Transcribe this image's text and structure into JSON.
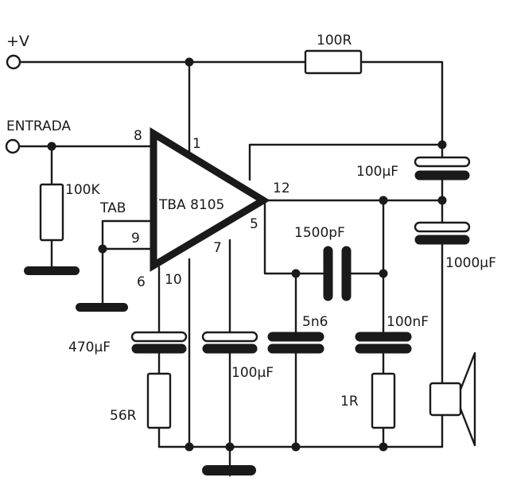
{
  "supply": {
    "label": "+V"
  },
  "input": {
    "label": "ENTRADA"
  },
  "ic": {
    "name": "TBA 8105",
    "pins": {
      "p1": "1",
      "p5": "5",
      "p6": "6",
      "p7": "7",
      "p8": "8",
      "p9": "9",
      "p10": "10",
      "p12": "12"
    },
    "tab_label": "TAB"
  },
  "components": {
    "r_supply": "100R",
    "r_input": "100K",
    "r_feedback": "56R",
    "r_load": "1R",
    "c_bootstrap": "100μF",
    "c_output": "1000μF",
    "c_compensation": "1500pF",
    "c_feedback": "470μF",
    "c_ripple": "100μF",
    "c_5n6": "5n6",
    "c_zobel": "100nF"
  }
}
